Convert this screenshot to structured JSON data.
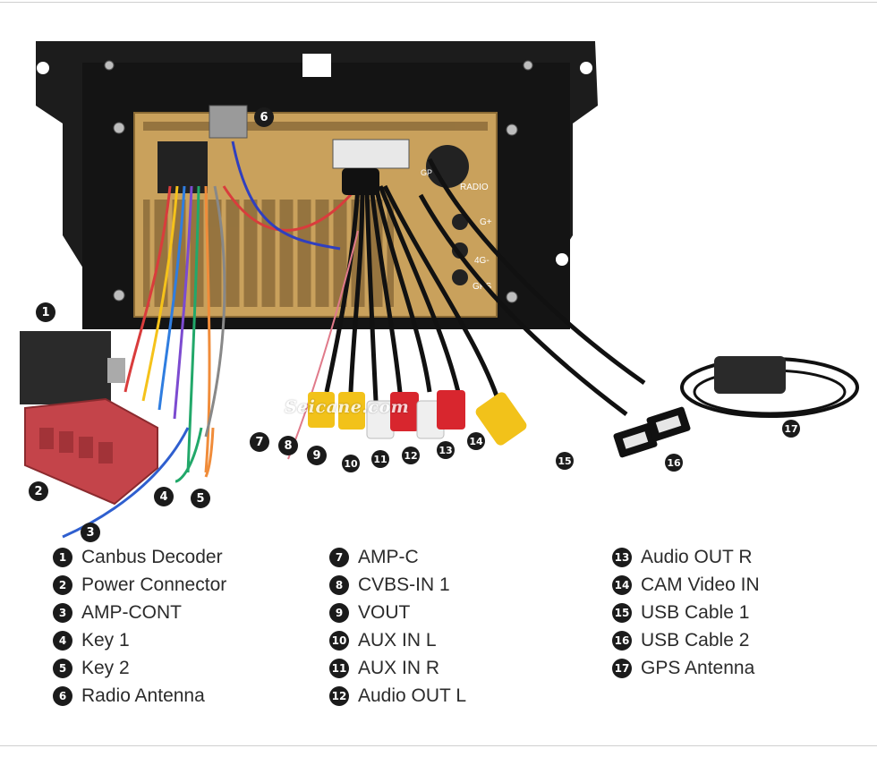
{
  "watermark": "Seicane.com",
  "panel_labels": {
    "radio": "RADIO",
    "g_plus": "G+",
    "g4": "4G-",
    "gps": "GPS",
    "gp": "GP"
  },
  "callouts": [
    "1",
    "2",
    "3",
    "4",
    "5",
    "6",
    "7",
    "8",
    "9",
    "10",
    "11",
    "12",
    "13",
    "14",
    "15",
    "16",
    "17"
  ],
  "legend": {
    "col1": [
      {
        "num": "1",
        "label": "Canbus Decoder"
      },
      {
        "num": "2",
        "label": "Power Connector"
      },
      {
        "num": "3",
        "label": "AMP-CONT"
      },
      {
        "num": "4",
        "label": "Key 1"
      },
      {
        "num": "5",
        "label": "Key 2"
      },
      {
        "num": "6",
        "label": "Radio Antenna"
      }
    ],
    "col2": [
      {
        "num": "7",
        "label": "AMP-C"
      },
      {
        "num": "8",
        "label": "CVBS-IN 1"
      },
      {
        "num": "9",
        "label": "VOUT"
      },
      {
        "num": "10",
        "label": "AUX IN L"
      },
      {
        "num": "11",
        "label": "AUX IN R"
      },
      {
        "num": "12",
        "label": "Audio OUT L"
      }
    ],
    "col3": [
      {
        "num": "13",
        "label": "Audio OUT R"
      },
      {
        "num": "14",
        "label": "CAM Video IN"
      },
      {
        "num": "15",
        "label": "USB Cable 1"
      },
      {
        "num": "16",
        "label": "USB Cable 2"
      },
      {
        "num": "17",
        "label": "GPS Antenna"
      }
    ]
  },
  "colors": {
    "panel_gold": "#c9a15c",
    "frame": "#1c1c1c",
    "rca_yellow": "#f2c21a",
    "rca_white": "#efefef",
    "rca_red": "#d8262e",
    "connector_red": "#c4444a"
  }
}
